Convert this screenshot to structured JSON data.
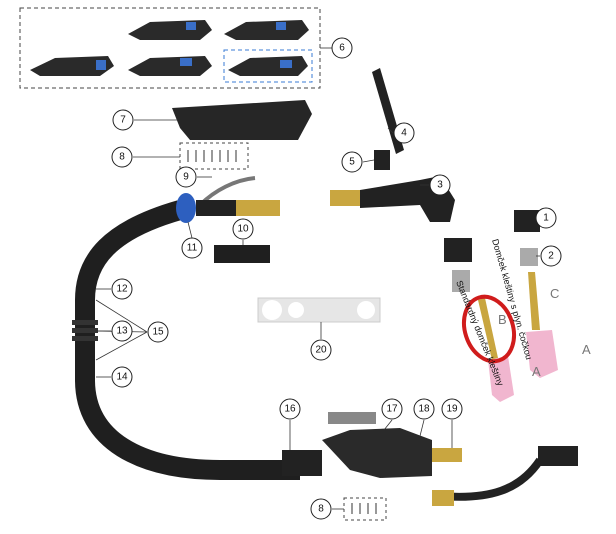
{
  "labels": {
    "l1": "1",
    "l2": "2",
    "l3": "3",
    "l4": "4",
    "l5": "5",
    "l6": "6",
    "l7": "7",
    "l8a": "8",
    "l8b": "8",
    "l9": "9",
    "l10": "10",
    "l11": "11",
    "l12": "12",
    "l13": "13",
    "l14": "14",
    "l15": "15",
    "l16": "16",
    "l17": "17",
    "l18": "18",
    "l19": "19",
    "l20": "20"
  },
  "letters": {
    "a1": "A",
    "a2": "A",
    "b": "B",
    "c": "C"
  },
  "captions": {
    "gas_lens_collet_body": "Domček kleštiny s plyn. čočkou",
    "standard_collet_body": "Standardný domček kleštiny"
  },
  "colors": {
    "highlight_ring": "#d01c1c",
    "accent_blue": "#2f6fd6",
    "cable": "#1f1f1f",
    "brass": "#c9a640",
    "ceramic": "#f1b6cf"
  }
}
